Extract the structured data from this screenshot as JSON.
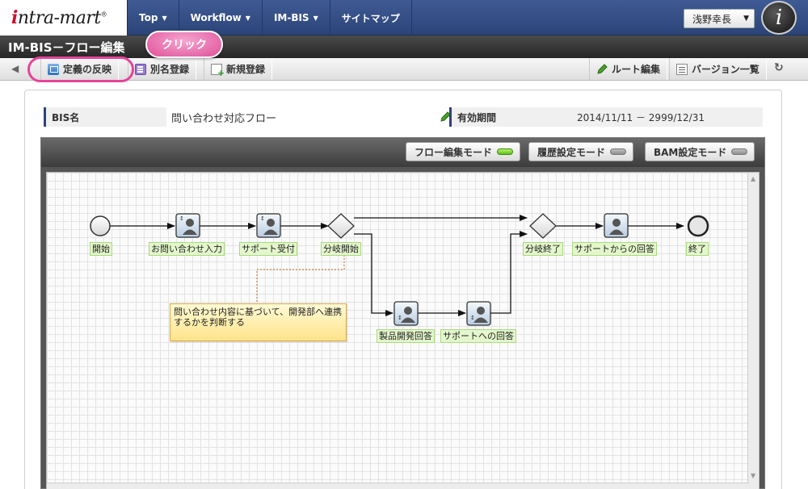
{
  "app": {
    "logo_text": "intra-mart",
    "nav": [
      {
        "label": "Top"
      },
      {
        "label": "Workflow"
      },
      {
        "label": "IM-BIS"
      },
      {
        "label": "サイトマップ"
      }
    ],
    "user_name": "浅野幸長",
    "info_glyph": "i"
  },
  "page": {
    "title": "IM-BIS－フロー編集"
  },
  "toolbar": {
    "reflect_label": "定義の反映",
    "alias_label": "別名登録",
    "new_label": "新規登録",
    "route_edit_label": "ルート編集",
    "version_list_label": "バージョン一覧"
  },
  "annotation": {
    "callout_label": "クリック"
  },
  "fields": {
    "bis_name_label": "BIS名",
    "bis_name_value": "問い合わせ対応フロー",
    "validity_label": "有効期間",
    "validity_value": "2014/11/11 － 2999/12/31"
  },
  "modes": [
    {
      "label": "フロー編集モード",
      "active": true
    },
    {
      "label": "履歴設定モード",
      "active": false
    },
    {
      "label": "BAM設定モード",
      "active": false
    }
  ],
  "flow": {
    "nodes": {
      "start": "開始",
      "inquiry_input": "お問い合わせ入力",
      "support_accept": "サポート受付",
      "branch_start": "分岐開始",
      "product_answer": "製品開発回答",
      "support_answer": "サポートへの回答",
      "branch_end": "分岐終了",
      "support_reply": "サポートからの回答",
      "end": "終了"
    },
    "note_text": "問い合わせ内容に基づいて、開発部へ連携するかを判断する"
  },
  "colors": {
    "nav_bg": "#2c4477",
    "callout": "#e04f99",
    "label_bg": "#e4f7cc",
    "note_bg": "#ffe38a"
  }
}
